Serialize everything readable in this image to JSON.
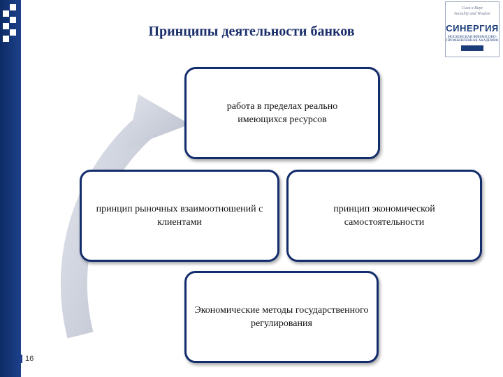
{
  "slide": {
    "title": "Принципы деятельности банков",
    "page_number": "16"
  },
  "logo": {
    "script_line_1": "Сила в Вере",
    "script_line_2": "Sociality and Wisdom",
    "name": "СИНЕРГИЯ",
    "small_text": "МОСКОВСКАЯ ФИНАНСОВО-ПРОМЫШЛЕННАЯ АКАДЕМИЯ"
  },
  "boxes": {
    "top": "работа в пределах реально имеющихся ресурсов",
    "left": "принцип рыночных взаимоотношений с клиентами",
    "right": "принцип экономической самостоятельности",
    "bottom": "Экономические методы государственного регулирования"
  },
  "colors": {
    "navy": "#132c6c",
    "title": "#1b2f6b",
    "arrow": "#c9cdd8"
  }
}
